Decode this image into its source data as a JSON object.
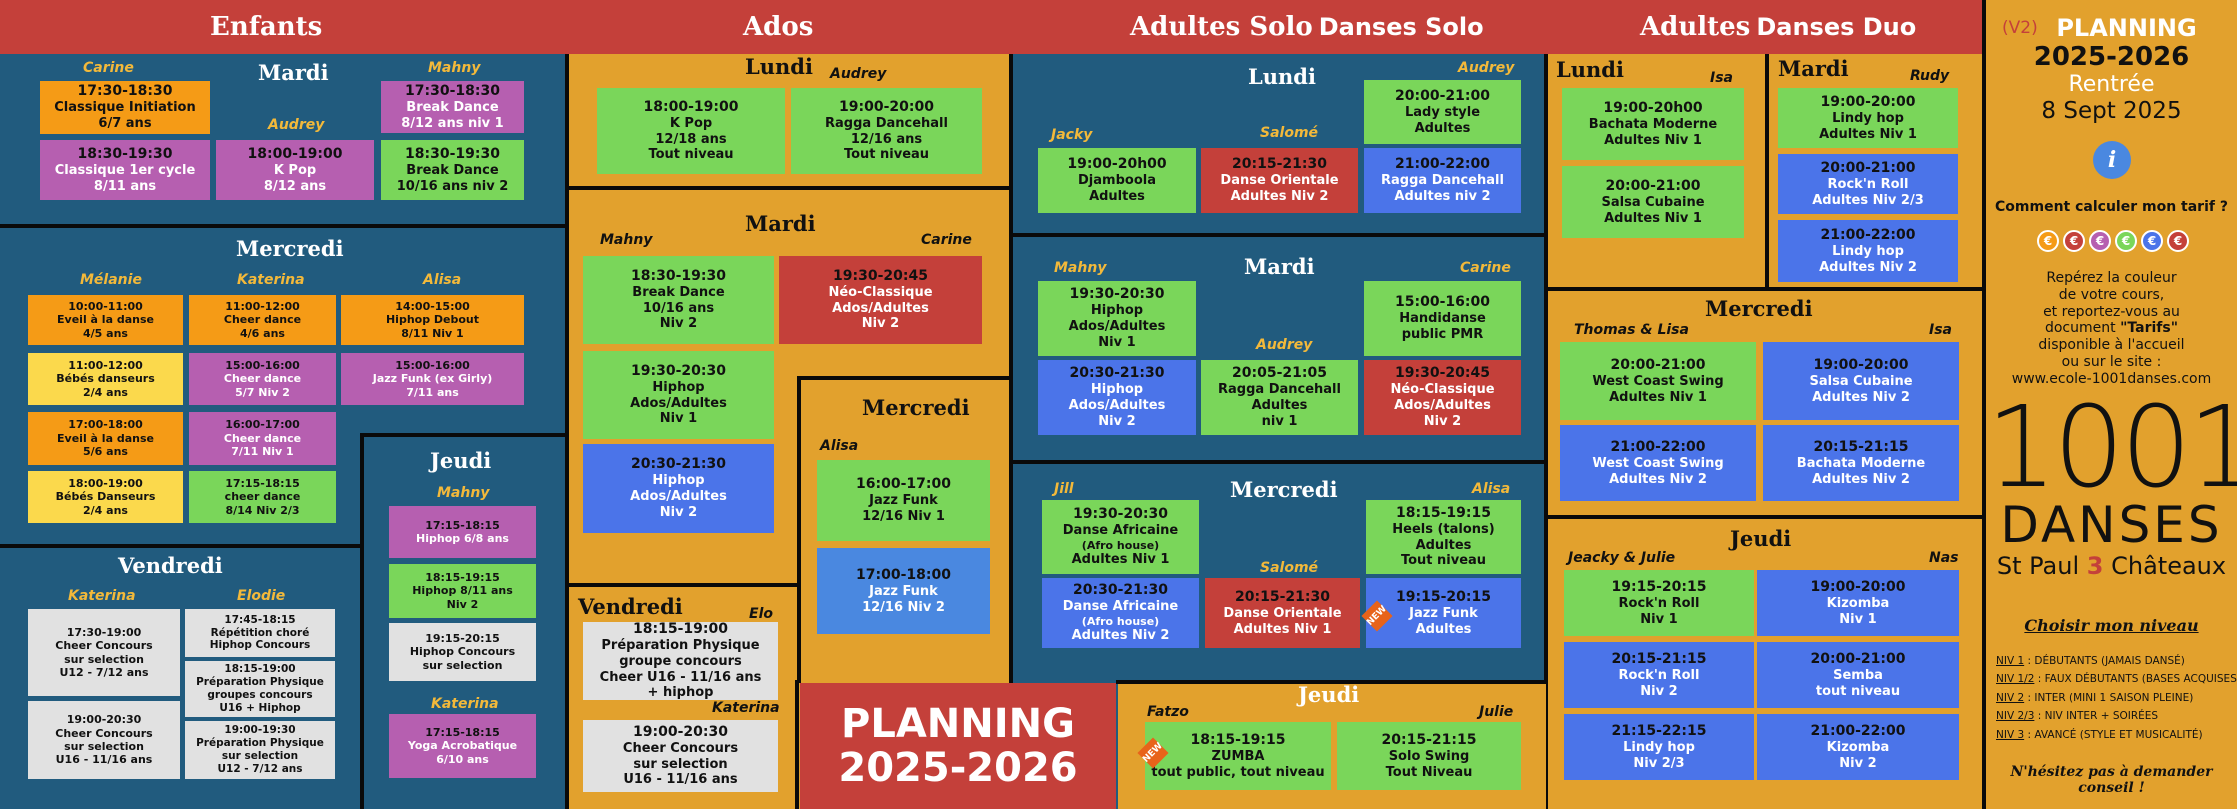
{
  "headers": {
    "enfants": "Enfants",
    "ados": "Ados",
    "adultes_solo": "Adultes Solo",
    "danses_solo": "Danses Solo",
    "adultes": "Adultes",
    "danses_duo": "Danses Duo"
  },
  "enfants": {
    "mardi": {
      "day": "Mardi",
      "teachers": [
        "Carine",
        "Audrey",
        "Mahny"
      ],
      "classes": [
        {
          "time": "17:30-18:30",
          "name": "Classique Initiation",
          "info": "6/7 ans"
        },
        {
          "time": "18:30-19:30",
          "name": "Classique 1er cycle",
          "info": "8/11 ans"
        },
        {
          "time": "18:00-19:00",
          "name": "K Pop",
          "info": "8/12 ans"
        },
        {
          "time": "17:30-18:30",
          "name": "Break Dance",
          "info": "8/12 ans niv 1"
        },
        {
          "time": "18:30-19:30",
          "name": "Break Dance",
          "info": "10/16 ans niv 2"
        }
      ]
    },
    "mercredi": {
      "day": "Mercredi",
      "teachers": [
        "Mélanie",
        "Katerina",
        "Alisa"
      ],
      "classes": [
        {
          "time": "10:00-11:00",
          "name": "Eveil à la danse",
          "info": "4/5 ans"
        },
        {
          "time": "11:00-12:00",
          "name": "Bébés danseurs",
          "info": "2/4 ans"
        },
        {
          "time": "17:00-18:00",
          "name": "Eveil à la danse",
          "info": "5/6 ans"
        },
        {
          "time": "18:00-19:00",
          "name": "Bébés Danseurs",
          "info": "2/4 ans"
        },
        {
          "time": "11:00-12:00",
          "name": "Cheer dance",
          "info": "4/6 ans"
        },
        {
          "time": "15:00-16:00",
          "name": "Cheer dance",
          "info": "5/7 Niv 2"
        },
        {
          "time": "16:00-17:00",
          "name": "Cheer dance",
          "info": "7/11 Niv 1"
        },
        {
          "time": "17:15-18:15",
          "name": "cheer dance",
          "info": "8/14 Niv 2/3"
        },
        {
          "time": "14:00-15:00",
          "name": "Hiphop Debout",
          "info": "8/11 Niv 1"
        },
        {
          "time": "15:00-16:00",
          "name": "Jazz Funk (ex Girly)",
          "info": "7/11 ans"
        }
      ]
    },
    "jeudi": {
      "day": "Jeudi",
      "teachers": [
        "Mahny",
        "Katerina"
      ],
      "classes": [
        {
          "time": "17:15-18:15",
          "name": "Hiphop 6/8 ans",
          "info": ""
        },
        {
          "time": "18:15-19:15",
          "name": "Hiphop 8/11 ans",
          "info": "Niv 2"
        },
        {
          "time": "19:15-20:15",
          "name": "Hiphop Concours",
          "info": "sur selection"
        },
        {
          "time": "17:15-18:15",
          "name": "Yoga Acrobatique",
          "info": "6/10 ans"
        }
      ]
    },
    "vendredi": {
      "day": "Vendredi",
      "teachers": [
        "Katerina",
        "Elodie"
      ],
      "classes": [
        {
          "time": "17:30-19:00",
          "name": "Cheer Concours",
          "info": "sur selection",
          "info2": "U12 - 7/12 ans"
        },
        {
          "time": "19:00-20:30",
          "name": "Cheer Concours",
          "info": "sur selection",
          "info2": "U16 - 11/16 ans"
        },
        {
          "time": "17:45-18:15",
          "name": "Répétition choré",
          "info": "Hiphop Concours"
        },
        {
          "time": "18:15-19:00",
          "name": "Préparation Physique",
          "info": "groupes concours",
          "info2": "U16 + Hiphop"
        },
        {
          "time": "19:00-19:30",
          "name": "Préparation Physique",
          "info": "sur selection",
          "info2": "U12 - 7/12 ans"
        }
      ]
    }
  },
  "ados": {
    "lundi": {
      "day": "Lundi",
      "teachers": [
        "Audrey"
      ],
      "classes": [
        {
          "time": "18:00-19:00",
          "name": "K Pop",
          "info": "12/18 ans",
          "info2": "Tout niveau"
        },
        {
          "time": "19:00-20:00",
          "name": "Ragga Dancehall",
          "info": "12/16 ans",
          "info2": "Tout niveau"
        }
      ]
    },
    "mardi": {
      "day": "Mardi",
      "teachers": [
        "Mahny",
        "Carine"
      ],
      "classes": [
        {
          "time": "18:30-19:30",
          "name": "Break Dance",
          "info": "10/16 ans",
          "info2": "Niv 2"
        },
        {
          "time": "19:30-20:30",
          "name": "Hiphop",
          "info": "Ados/Adultes",
          "info2": "Niv 1"
        },
        {
          "time": "20:30-21:30",
          "name": "Hiphop",
          "info": "Ados/Adultes",
          "info2": "Niv 2"
        },
        {
          "time": "19:30-20:45",
          "name": "Néo-Classique",
          "info": "Ados/Adultes",
          "info2": "Niv 2"
        }
      ]
    },
    "mercredi": {
      "day": "Mercredi",
      "teachers": [
        "Alisa"
      ],
      "classes": [
        {
          "time": "16:00-17:00",
          "name": "Jazz Funk",
          "info": "12/16 Niv 1"
        },
        {
          "time": "17:00-18:00",
          "name": "Jazz Funk",
          "info": "12/16 Niv 2"
        }
      ]
    },
    "vendredi": {
      "day": "Vendredi",
      "teachers": [
        "Elo",
        "Katerina"
      ],
      "classes": [
        {
          "time": "18:15-19:00",
          "name": "Préparation Physique",
          "info": "groupe concours",
          "info2": "Cheer U16 - 11/16 ans",
          "info3": "+ hiphop"
        },
        {
          "time": "19:00-20:30",
          "name": "Cheer Concours",
          "info": "sur selection",
          "info2": "U16 - 11/16 ans"
        }
      ]
    },
    "banner": {
      "line1": "PLANNING",
      "line2": "2025-2026"
    }
  },
  "solo": {
    "lundi": {
      "day": "Lundi",
      "teachers": [
        "Jacky",
        "Salomé",
        "Audrey"
      ],
      "classes": [
        {
          "time": "19:00-20h00",
          "name": "Djamboola",
          "info": "Adultes"
        },
        {
          "time": "20:15-21:30",
          "name": "Danse Orientale",
          "info": "Adultes Niv 2"
        },
        {
          "time": "20:00-21:00",
          "name": "Lady style",
          "info": "Adultes"
        },
        {
          "time": "21:00-22:00",
          "name": "Ragga Dancehall",
          "info": "Adultes niv 2"
        }
      ]
    },
    "mardi": {
      "day": "Mardi",
      "teachers": [
        "Mahny",
        "Audrey",
        "Carine"
      ],
      "classes": [
        {
          "time": "19:30-20:30",
          "name": "Hiphop",
          "info": "Ados/Adultes",
          "info2": "Niv 1"
        },
        {
          "time": "20:30-21:30",
          "name": "Hiphop",
          "info": "Ados/Adultes",
          "info2": "Niv 2"
        },
        {
          "time": "20:05-21:05",
          "name": "Ragga Dancehall",
          "info": "Adultes",
          "info2": "niv 1"
        },
        {
          "time": "15:00-16:00",
          "name": "Handidanse",
          "info": "public PMR"
        },
        {
          "time": "19:30-20:45",
          "name": "Néo-Classique",
          "info": "Ados/Adultes",
          "info2": "Niv 2"
        }
      ]
    },
    "mercredi": {
      "day": "Mercredi",
      "teachers": [
        "Jill",
        "Salomé",
        "Alisa"
      ],
      "classes": [
        {
          "time": "19:30-20:30",
          "name": "Danse Africaine",
          "info": "(Afro house)",
          "info2": "Adultes Niv 1"
        },
        {
          "time": "20:30-21:30",
          "name": "Danse Africaine",
          "info": "(Afro house)",
          "info2": "Adultes Niv 2"
        },
        {
          "time": "20:15-21:30",
          "name": "Danse Orientale",
          "info": "Adultes Niv 1"
        },
        {
          "time": "18:15-19:15",
          "name": "Heels (talons)",
          "info": "Adultes",
          "info2": "Tout niveau"
        },
        {
          "time": "19:15-20:15",
          "name": "Jazz Funk",
          "info": "Adultes"
        }
      ]
    },
    "jeudi": {
      "day": "Jeudi",
      "teachers": [
        "Fatzo",
        "Julie"
      ],
      "classes": [
        {
          "time": "18:15-19:15",
          "name": "ZUMBA",
          "info": "tout public, tout niveau"
        },
        {
          "time": "20:15-21:15",
          "name": "Solo Swing",
          "info": "Tout Niveau"
        }
      ]
    },
    "new": "NEW"
  },
  "duo": {
    "lundi": {
      "day": "Lundi",
      "teachers": [
        "Isa"
      ],
      "classes": [
        {
          "time": "19:00-20h00",
          "name": "Bachata Moderne",
          "info": "Adultes Niv 1"
        },
        {
          "time": "20:00-21:00",
          "name": "Salsa Cubaine",
          "info": "Adultes Niv 1"
        }
      ]
    },
    "mardi": {
      "day": "Mardi",
      "teachers": [
        "Rudy"
      ],
      "classes": [
        {
          "time": "19:00-20:00",
          "name": "Lindy hop",
          "info": "Adultes Niv 1"
        },
        {
          "time": "20:00-21:00",
          "name": "Rock'n Roll",
          "info": "Adultes Niv 2/3"
        },
        {
          "time": "21:00-22:00",
          "name": "Lindy hop",
          "info": "Adultes Niv 2"
        }
      ]
    },
    "mercredi": {
      "day": "Mercredi",
      "teachers": [
        "Thomas & Lisa",
        "Isa"
      ],
      "classes": [
        {
          "time": "20:00-21:00",
          "name": "West Coast Swing",
          "info": "Adultes Niv 1"
        },
        {
          "time": "21:00-22:00",
          "name": "West Coast Swing",
          "info": "Adultes Niv 2"
        },
        {
          "time": "19:00-20:00",
          "name": "Salsa Cubaine",
          "info": "Adultes Niv 2"
        },
        {
          "time": "20:15-21:15",
          "name": "Bachata Moderne",
          "info": "Adultes Niv 2"
        }
      ]
    },
    "jeudi": {
      "day": "Jeudi",
      "teachers": [
        "Jeacky & Julie",
        "Nas"
      ],
      "classes": [
        {
          "time": "19:15-20:15",
          "name": "Rock'n Roll",
          "info": "Niv 1"
        },
        {
          "time": "20:15-21:15",
          "name": "Rock'n Roll",
          "info": "Niv 2"
        },
        {
          "time": "21:15-22:15",
          "name": "Lindy hop",
          "info": "Niv 2/3"
        },
        {
          "time": "19:00-20:00",
          "name": "Kizomba",
          "info": "Niv 1"
        },
        {
          "time": "20:00-21:00",
          "name": "Semba",
          "info": "tout niveau"
        },
        {
          "time": "21:00-22:00",
          "name": "Kizomba",
          "info": "Niv 2"
        }
      ]
    }
  },
  "sidebar": {
    "version": "(V2)",
    "title": "PLANNING",
    "year": "2025-2026",
    "rentree": "Rentrée",
    "date": "8 Sept 2025",
    "tarif_q": "Comment calculer mon tarif ?",
    "tarif_colors": [
      "#f59b16",
      "#c4403a",
      "#b65fb0",
      "#7ad65a",
      "#4b74e9",
      "#c4403a"
    ],
    "tarif_l1": "Repérez la couleur",
    "tarif_l2": "de votre cours,",
    "tarif_l3": "et reportez-vous au",
    "tarif_l4": "document",
    "tarif_l4b": "\"Tarifs\"",
    "tarif_l5": "disponible à l'accueil",
    "tarif_l6": "ou sur le site :",
    "tarif_l7": "www.ecole-1001danses.com",
    "logo1": "1001",
    "logo2": "DANSES",
    "logo3a": "St Paul",
    "logo3b": "3",
    "logo3c": "Châteaux",
    "niveau_title": "Choisir mon niveau",
    "levels": [
      {
        "code": "NIV 1",
        "desc": ": DÉBUTANTS (JAMAIS DANSÉ)"
      },
      {
        "code": "NIV 1/2",
        "desc": ": FAUX DÉBUTANTS (BASES ACQUISES)"
      },
      {
        "code": "NIV 2",
        "desc": ": INTER (MINI 1 SAISON PLEINE)"
      },
      {
        "code": "NIV 2/3",
        "desc": ": NIV INTER + SOIRÉES"
      },
      {
        "code": "NIV 3",
        "desc": ": AVANCÉ (STYLE ET MUSICALITÉ)"
      }
    ],
    "conseil": "N'hésitez pas à demander conseil !",
    "info_icon": "i"
  }
}
